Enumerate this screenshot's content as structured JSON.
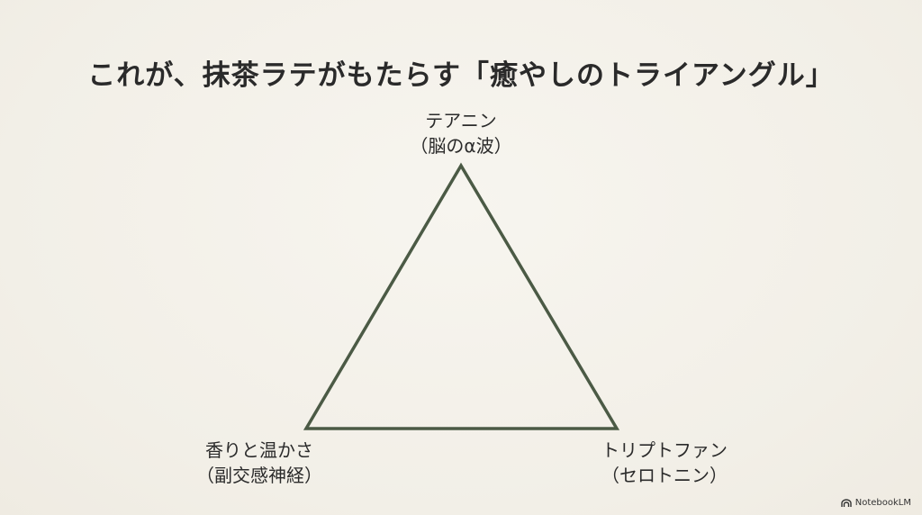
{
  "slide": {
    "title": "これが、抹茶ラテがもたらす「癒やしのトライアングル」"
  },
  "diagram": {
    "line_color": "#4b5a45",
    "nodes": {
      "top": {
        "line1": "テアニン",
        "line2": "（脳のα波）"
      },
      "left": {
        "line1": "香りと温かさ",
        "line2": "（副交感神経）"
      },
      "right": {
        "line1": "トリプトファン",
        "line2": "（セロトニン）"
      }
    }
  },
  "branding": {
    "icon": "notebooklm-icon",
    "label": "NotebookLM"
  }
}
